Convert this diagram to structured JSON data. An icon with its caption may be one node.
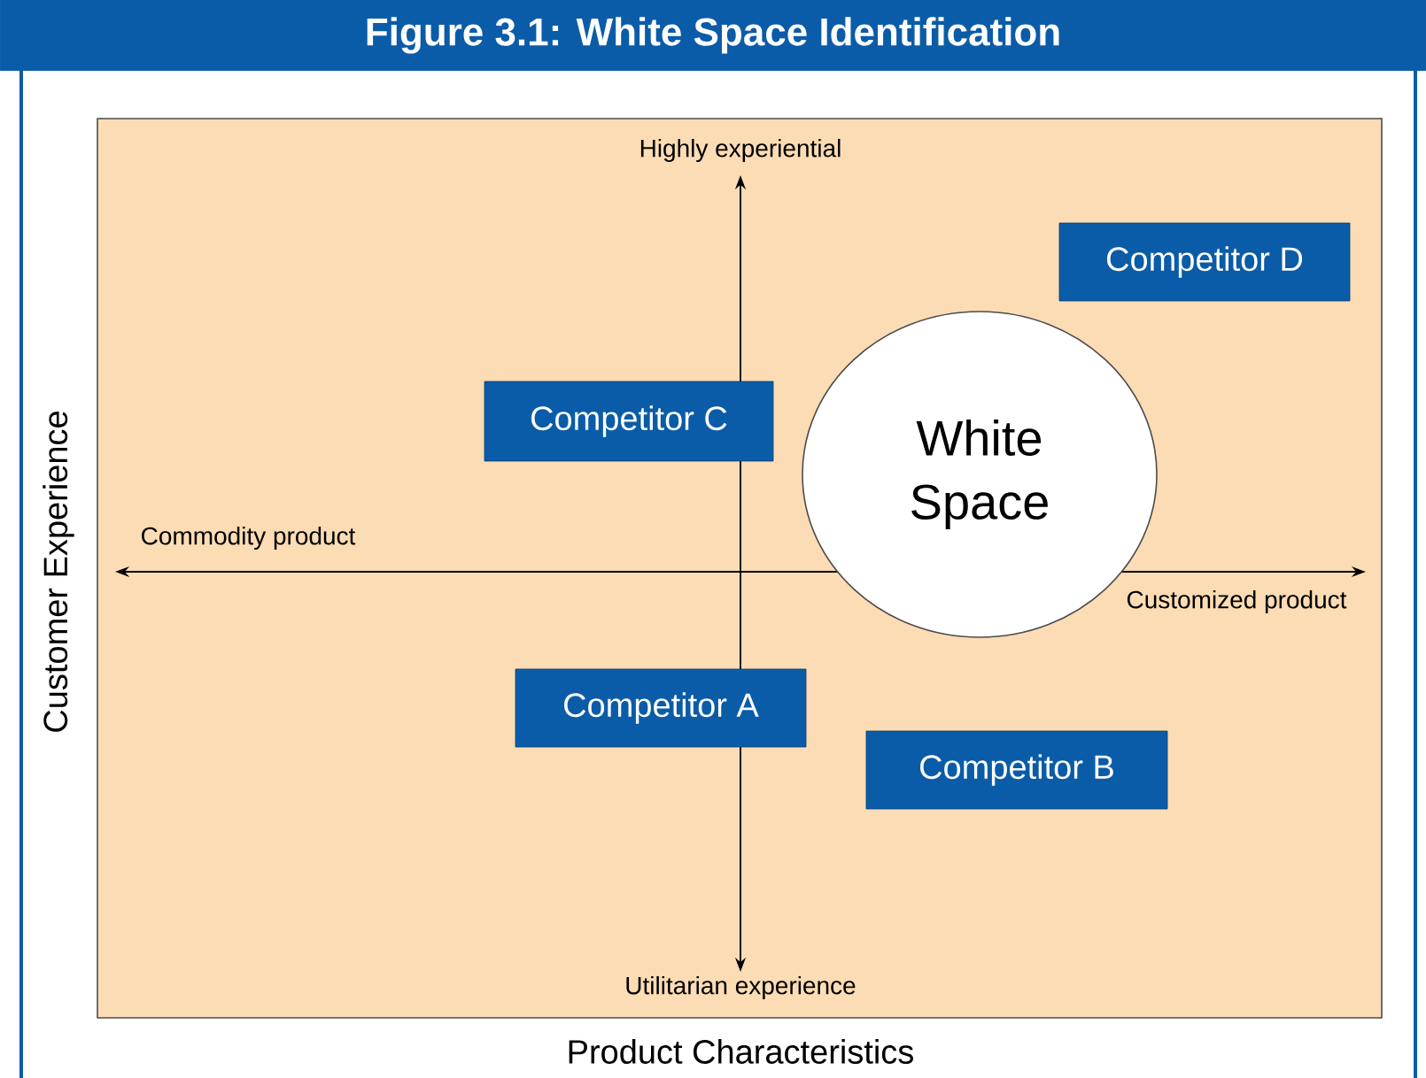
{
  "diagram": {
    "title": "Figure 3.1: White Space Identification",
    "nodes": [
      {
        "text": [
          "Competitor D"
        ]
      },
      {
        "text": [
          "Competitor C"
        ]
      },
      {
        "text": [
          "White Space"
        ]
      },
      {
        "text": [
          "Competitor A"
        ]
      },
      {
        "text": [
          "Competitor B"
        ]
      }
    ],
    "labels": [
      "Highly experiential",
      "Commodity product",
      "Customized product",
      "Utilitarian experience",
      "Customer Experience",
      "Product Characteristics"
    ]
  }
}
